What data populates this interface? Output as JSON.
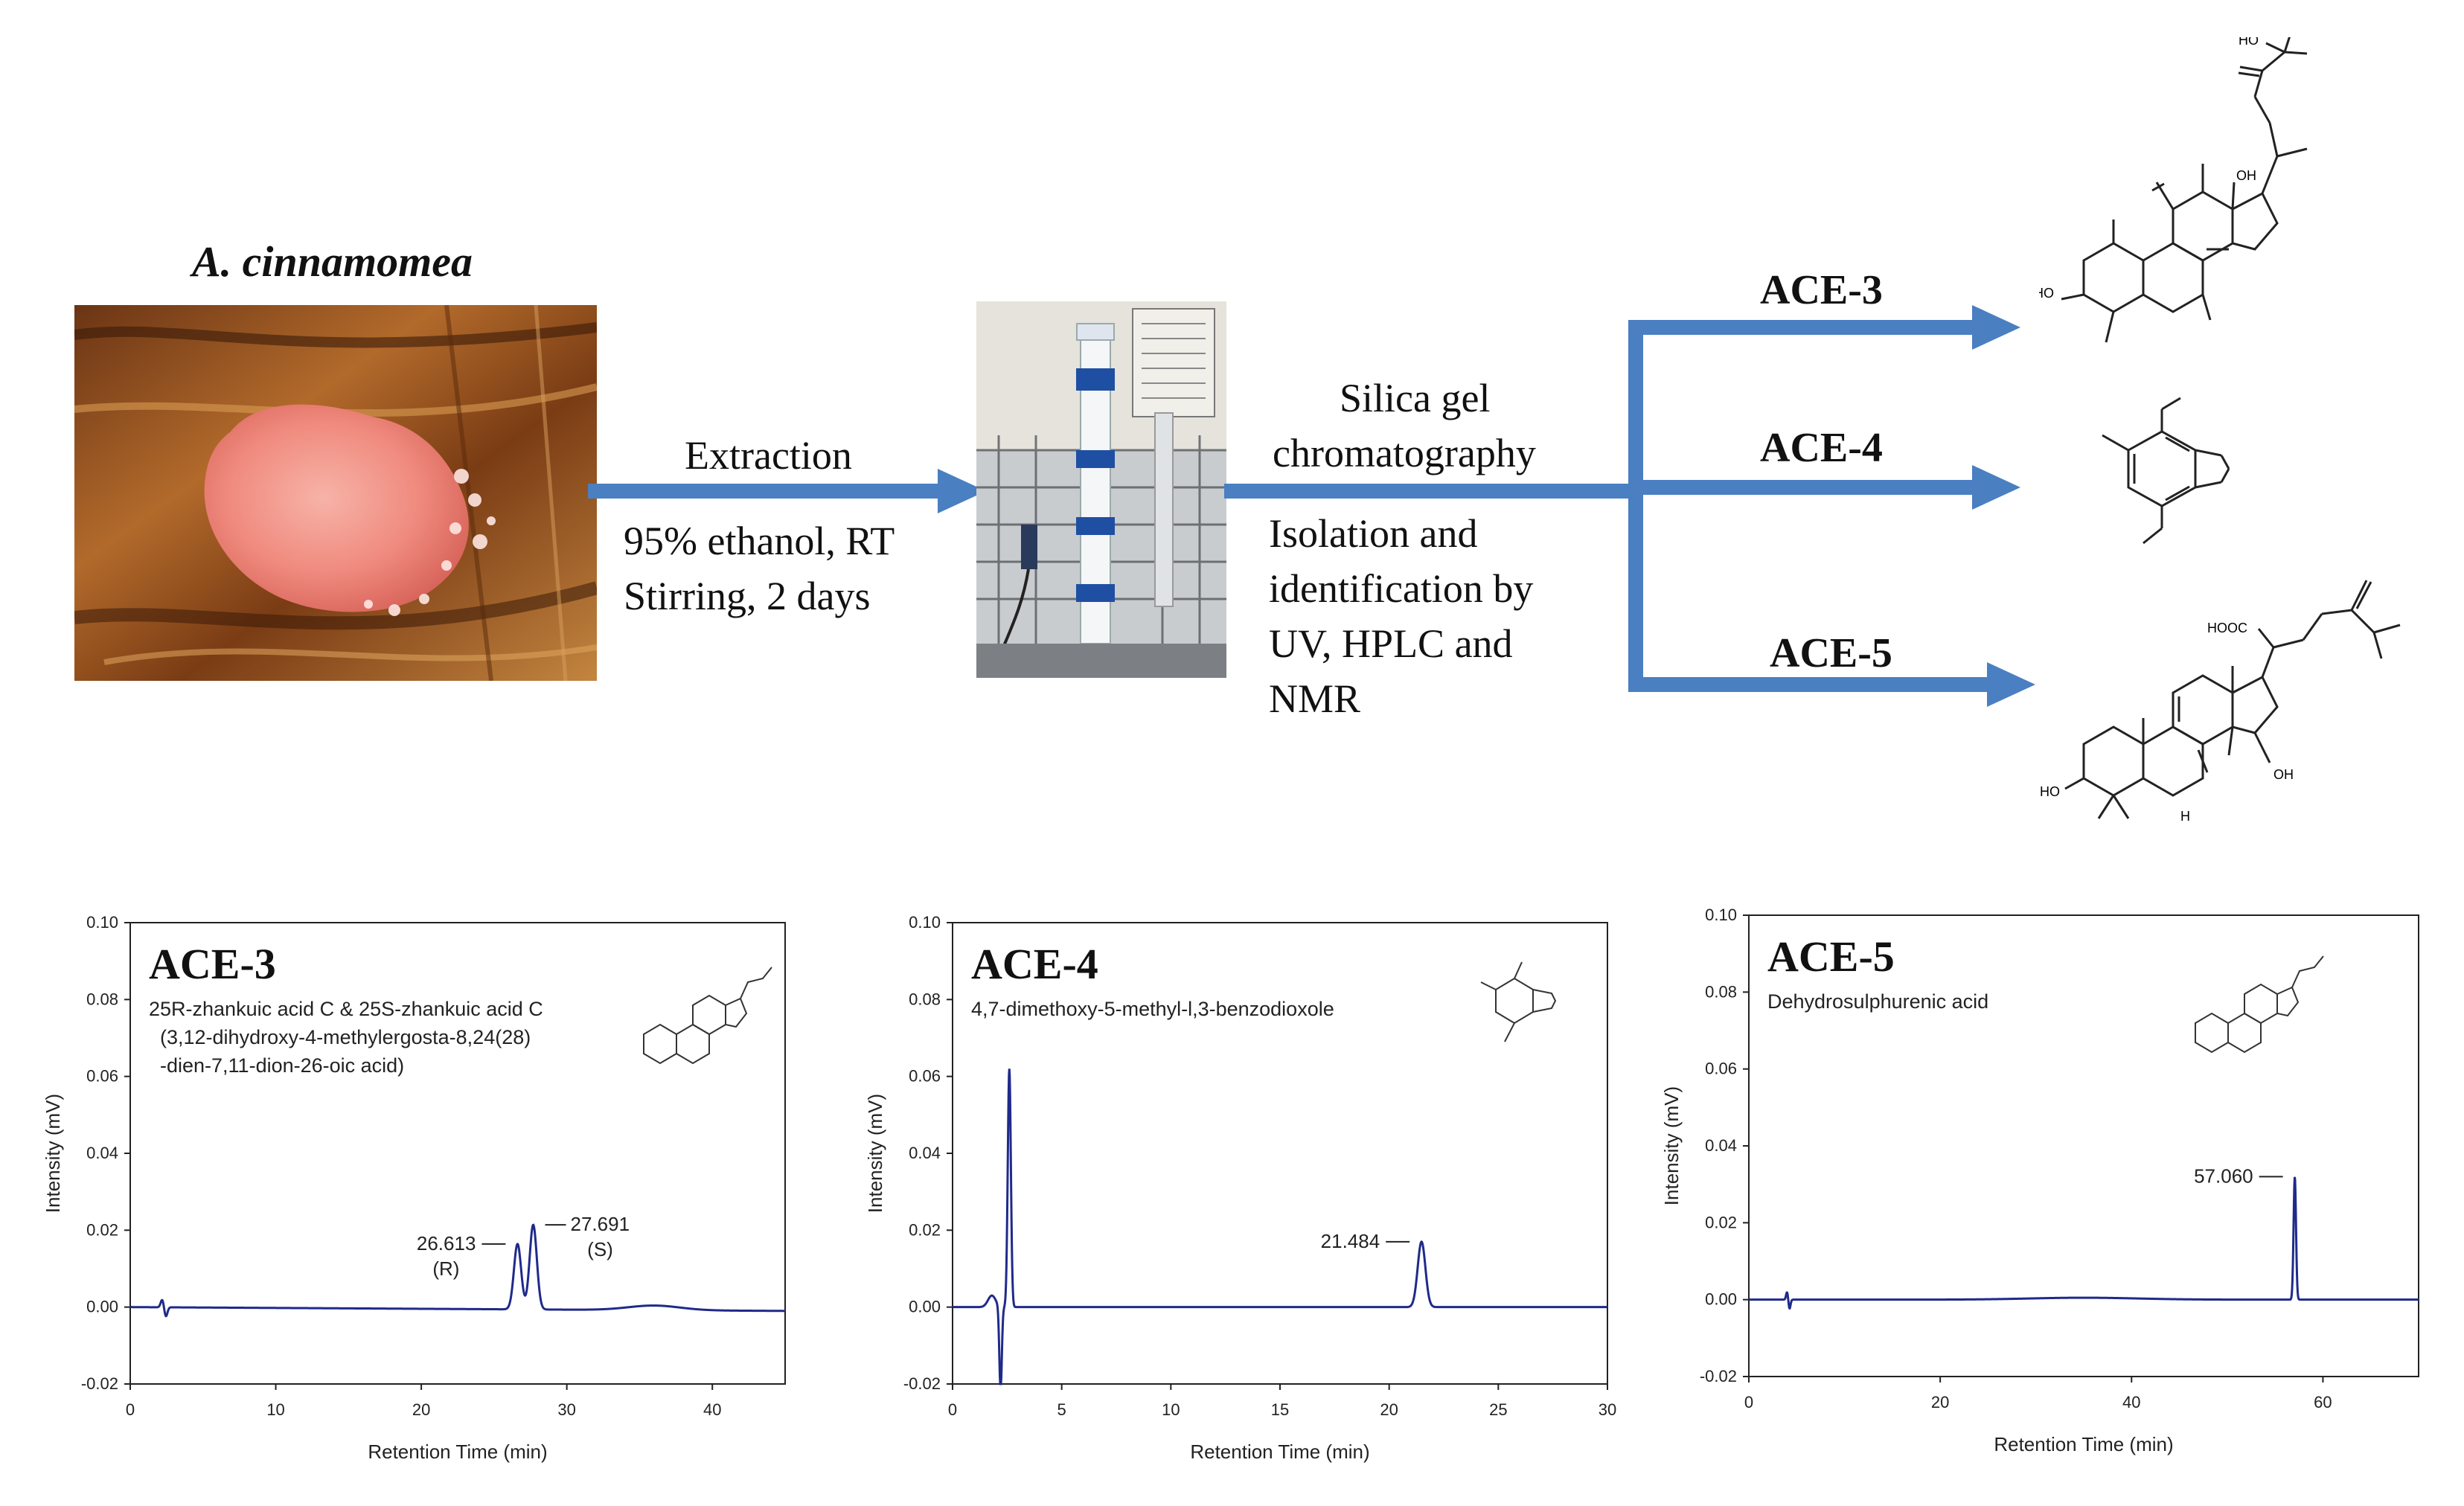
{
  "colors": {
    "arrow": "#4a7fc1",
    "trace": "#1f2a8a",
    "axis": "#222222"
  },
  "organism": {
    "name": "A. cinnamomea"
  },
  "steps": {
    "extraction": {
      "label": "Extraction",
      "condition_line1": "95% ethanol, RT",
      "condition_line2": "Stirring, 2 days"
    },
    "chromatography": {
      "line1": "Silica gel",
      "line2": "chromatography"
    },
    "identification": {
      "lines": [
        "Isolation and",
        "identification by",
        "UV, HPLC and",
        "NMR"
      ]
    }
  },
  "products": {
    "ace3": {
      "label": "ACE-3"
    },
    "ace4": {
      "label": "ACE-4"
    },
    "ace5": {
      "label": "ACE-5"
    }
  },
  "structure_labels": {
    "ace3": {
      "top": "HO",
      "left": "HO",
      "oh": "OH"
    },
    "ace5": {
      "acid": "HOOC",
      "left": "HO",
      "oh": "OH",
      "h": "H"
    }
  },
  "chart_data": [
    {
      "type": "line",
      "title": "ACE-3",
      "compound_lines": [
        "25R-zhankuic acid C & 25S-zhankuic acid C",
        "(3,12-dihydroxy-4-methylergosta-8,24(28)",
        "-dien-7,11-dion-26-oic acid)"
      ],
      "xlabel": "Retention Time (min)",
      "ylabel": "Intensity (mV)",
      "xlim": [
        0,
        45
      ],
      "ylim": [
        -0.02,
        0.1
      ],
      "xticks": [
        0,
        10,
        20,
        30,
        40
      ],
      "yticks": [
        -0.02,
        0.0,
        0.02,
        0.04,
        0.06,
        0.08,
        0.1
      ],
      "ytick_labels": [
        "-0.02",
        "0.00",
        "0.02",
        "0.04",
        "0.06",
        "0.08",
        "0.10"
      ],
      "peaks": [
        {
          "rt": 26.613,
          "height": 0.017,
          "width": 0.35,
          "label": "26.613",
          "sublabel": "(R)"
        },
        {
          "rt": 27.691,
          "height": 0.022,
          "width": 0.35,
          "label": "27.691",
          "sublabel": "(S)"
        }
      ],
      "baseline": {
        "start": 0.0,
        "end": -0.001,
        "hump": {
          "rt": 36,
          "height": 0.0012,
          "width": 2.5
        }
      },
      "artifacts": [
        {
          "rt": 2.2,
          "amp": 0.002,
          "type": "blip"
        }
      ],
      "grid": false
    },
    {
      "type": "line",
      "title": "ACE-4",
      "compound_lines": [
        "4,7-dimethoxy-5-methyl-l,3-benzodioxole"
      ],
      "xlabel": "Retention Time (min)",
      "ylabel": "Intensity (mV)",
      "xlim": [
        0,
        30
      ],
      "ylim": [
        -0.02,
        0.1
      ],
      "xticks": [
        0,
        5,
        10,
        15,
        20,
        25,
        30
      ],
      "yticks": [
        -0.02,
        0.0,
        0.02,
        0.04,
        0.06,
        0.08,
        0.1
      ],
      "ytick_labels": [
        "-0.02",
        "0.00",
        "0.02",
        "0.04",
        "0.06",
        "0.08",
        "0.10"
      ],
      "peaks": [
        {
          "rt": 2.6,
          "height": 0.062,
          "width": 0.1,
          "label": "",
          "sublabel": ""
        },
        {
          "rt": 21.484,
          "height": 0.017,
          "width": 0.25,
          "label": "21.484",
          "sublabel": ""
        }
      ],
      "baseline": {
        "start": 0.0,
        "end": 0.0
      },
      "artifacts": [
        {
          "rt": 1.8,
          "amp": 0.003,
          "type": "bump"
        },
        {
          "rt": 2.2,
          "amp": -0.022,
          "type": "dip"
        }
      ],
      "grid": false
    },
    {
      "type": "line",
      "title": "ACE-5",
      "compound_lines": [
        "Dehydrosulphurenic acid"
      ],
      "xlabel": "Retention Time (min)",
      "ylabel": "Intensity (mV)",
      "xlim": [
        0,
        70
      ],
      "ylim": [
        -0.02,
        0.1
      ],
      "xticks": [
        0,
        20,
        40,
        60
      ],
      "yticks": [
        -0.02,
        0.0,
        0.02,
        0.04,
        0.06,
        0.08,
        0.1
      ],
      "ytick_labels": [
        "-0.02",
        "0.00",
        "0.02",
        "0.04",
        "0.06",
        "0.08",
        "0.10"
      ],
      "peaks": [
        {
          "rt": 57.06,
          "height": 0.032,
          "width": 0.18,
          "label": "57.060",
          "sublabel": ""
        }
      ],
      "baseline": {
        "start": 0.0,
        "end": 0.0,
        "hump": {
          "rt": 35,
          "height": 0.0005,
          "width": 8
        }
      },
      "artifacts": [
        {
          "rt": 4.0,
          "amp": 0.002,
          "type": "blip"
        }
      ],
      "grid": false
    }
  ]
}
